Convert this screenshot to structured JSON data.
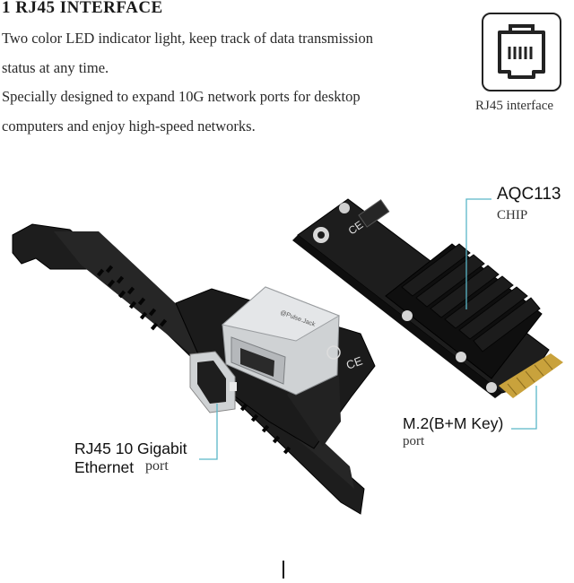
{
  "heading": "1 RJ45 INTERFACE",
  "description": [
    "Two color LED indicator light, keep track of data transmission",
    "status at any time.",
    "Specially designed to expand 10G network ports for desktop",
    "computers and enjoy high-speed networks."
  ],
  "icon_caption": "RJ45 interface",
  "callouts": {
    "chip_name": "AQC113",
    "chip_sub": "CHIP",
    "rj45_line1": "RJ45 10 Gigabit",
    "rj45_line2": "Ethernet",
    "rj45_port": "port",
    "m2_line": "M.2(B+M Key)",
    "m2_port": "port"
  },
  "board_marks": {
    "brand": "@Pulse.Jack",
    "ce": "CE"
  },
  "colors": {
    "callout_line": "#5ab7c8",
    "board": "#1b1b1b",
    "heatsink": "#111111",
    "gold_fingers": "#c9a23c"
  },
  "icons": [
    "rj45-port-icon"
  ]
}
